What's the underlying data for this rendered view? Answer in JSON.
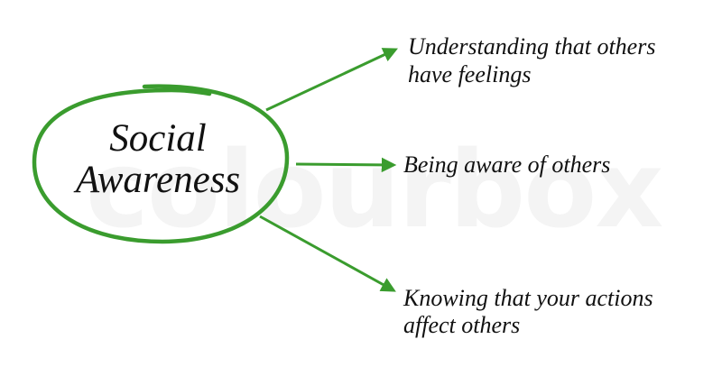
{
  "watermark": "colourbox",
  "center": {
    "line1": "Social",
    "line2": "Awareness"
  },
  "branches": [
    {
      "line1": "Understanding that others",
      "line2": "have feelings"
    },
    {
      "line1": "Being aware of others",
      "line2": ""
    },
    {
      "line1": "Knowing that your actions",
      "line2": "affect others"
    }
  ],
  "colors": {
    "accent": "#3a9c2e",
    "text": "#111111",
    "watermark": "#f4f4f4"
  }
}
